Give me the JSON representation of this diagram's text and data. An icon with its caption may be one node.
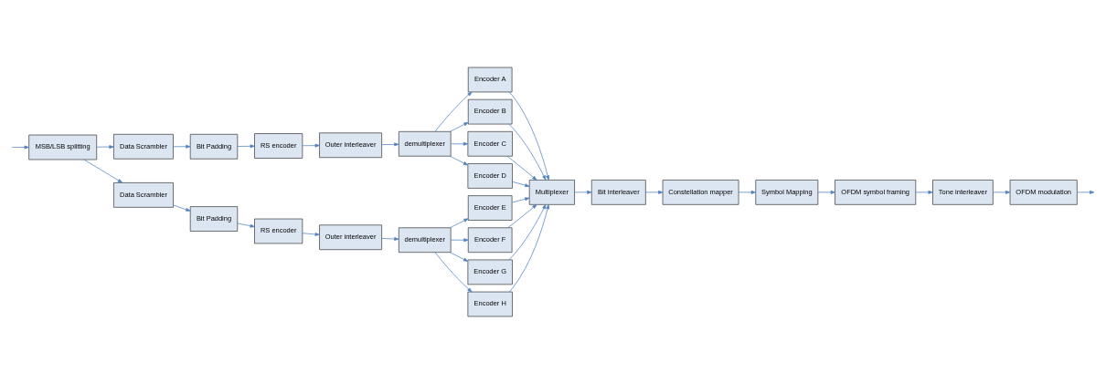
{
  "diagram": {
    "nodes": [
      {
        "text": [
          "MSB/LSB splitting"
        ]
      },
      {
        "text": [
          "Data Scrambler"
        ]
      },
      {
        "text": [
          "Bit Padding"
        ]
      },
      {
        "text": [
          "RS encoder"
        ]
      },
      {
        "text": [
          "Outer interleaver"
        ]
      },
      {
        "text": [
          "demultiplexer"
        ]
      },
      {
        "text": [
          "Encoder A"
        ]
      },
      {
        "text": [
          "Encoder B"
        ]
      },
      {
        "text": [
          "Encoder C"
        ]
      },
      {
        "text": [
          "Encoder D"
        ]
      },
      {
        "text": [
          "Data Scrambler"
        ]
      },
      {
        "text": [
          "Bit Padding"
        ]
      },
      {
        "text": [
          "RS encoder"
        ]
      },
      {
        "text": [
          "Outer interleaver"
        ]
      },
      {
        "text": [
          "demultiplexer"
        ]
      },
      {
        "text": [
          "Encoder E"
        ]
      },
      {
        "text": [
          "Encoder F"
        ]
      },
      {
        "text": [
          "Encoder G"
        ]
      },
      {
        "text": [
          "Encoder H"
        ]
      },
      {
        "text": [
          "Multiplexer"
        ]
      },
      {
        "text": [
          "Bit interleaver"
        ]
      },
      {
        "text": [
          "Constellation mapper"
        ]
      },
      {
        "text": [
          "Symbol Mapping"
        ]
      },
      {
        "text": [
          "OFDM symbol framing"
        ]
      },
      {
        "text": [
          "Tone interleaver"
        ]
      },
      {
        "text": [
          "OFDM modulation"
        ]
      }
    ],
    "edges": [
      {
        "from": null,
        "to": 0,
        "arrow": "to"
      },
      {
        "from": 0,
        "to": 1,
        "arrow": "to"
      },
      {
        "from": 1,
        "to": 2,
        "arrow": "to"
      },
      {
        "from": 2,
        "to": 3,
        "arrow": "to"
      },
      {
        "from": 3,
        "to": 4,
        "arrow": "to"
      },
      {
        "from": 4,
        "to": 5,
        "arrow": "to"
      },
      {
        "from": 5,
        "to": 6,
        "arrow": "to"
      },
      {
        "from": 5,
        "to": 7,
        "arrow": "to"
      },
      {
        "from": 5,
        "to": 8,
        "arrow": "to"
      },
      {
        "from": 5,
        "to": 9,
        "arrow": "to"
      },
      {
        "from": 6,
        "to": 19,
        "arrow": "to"
      },
      {
        "from": 7,
        "to": 19,
        "arrow": "to"
      },
      {
        "from": 8,
        "to": 19,
        "arrow": "to"
      },
      {
        "from": 9,
        "to": 19,
        "arrow": "to"
      },
      {
        "from": 0,
        "to": 10,
        "arrow": "to"
      },
      {
        "from": 10,
        "to": 11,
        "arrow": "to"
      },
      {
        "from": 11,
        "to": 12,
        "arrow": "to"
      },
      {
        "from": 12,
        "to": 13,
        "arrow": "to"
      },
      {
        "from": 13,
        "to": 14,
        "arrow": "to"
      },
      {
        "from": 14,
        "to": 15,
        "arrow": "to"
      },
      {
        "from": 14,
        "to": 16,
        "arrow": "to"
      },
      {
        "from": 14,
        "to": 17,
        "arrow": "to"
      },
      {
        "from": 14,
        "to": 18,
        "arrow": "to"
      },
      {
        "from": 15,
        "to": 19,
        "arrow": "to"
      },
      {
        "from": 16,
        "to": 19,
        "arrow": "to"
      },
      {
        "from": 17,
        "to": 19,
        "arrow": "to"
      },
      {
        "from": 18,
        "to": 19,
        "arrow": "to"
      },
      {
        "from": 19,
        "to": 20,
        "arrow": "to"
      },
      {
        "from": 20,
        "to": 21,
        "arrow": "to"
      },
      {
        "from": 21,
        "to": 22,
        "arrow": "to"
      },
      {
        "from": 22,
        "to": 23,
        "arrow": "to"
      },
      {
        "from": 23,
        "to": 24,
        "arrow": "to"
      },
      {
        "from": 24,
        "to": 25,
        "arrow": "to"
      },
      {
        "from": 25,
        "to": null,
        "arrow": "to"
      }
    ]
  }
}
